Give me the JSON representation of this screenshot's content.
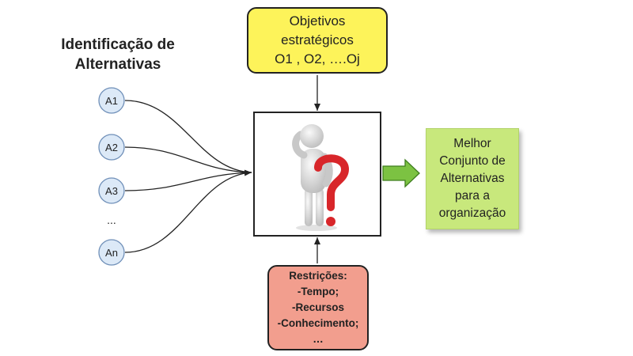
{
  "heading": [
    "Identificação de",
    "Alternativas"
  ],
  "alternatives": [
    "A1",
    "A2",
    "A3",
    "An"
  ],
  "ellipsis": "...",
  "objectives": [
    "Objetivos",
    "estratégicos",
    "O1 , O2, ….Oj"
  ],
  "constraints": [
    "Restrições:",
    "-Tempo;",
    "-Recursos",
    "-Conhecimento;",
    "…"
  ],
  "result": [
    "Melhor",
    "Conjunto de",
    "Alternativas",
    "para a",
    "organização"
  ],
  "colors": {
    "objectives_fill": "#fdf35a",
    "constraints_fill": "#f29e8e",
    "result_fill": "#c8e87c",
    "node_fill": "#dce9f7",
    "node_stroke": "#6f8fb8",
    "arrow_fill": "#7cc242",
    "question_mark": "#d8262a"
  },
  "icons": {
    "center": "thinking-person-question-mark-icon"
  }
}
